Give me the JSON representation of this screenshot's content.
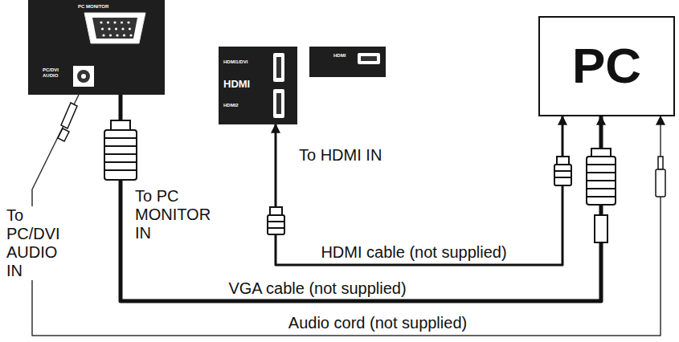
{
  "diagram": {
    "nodes": [
      {
        "text": [
          "PC MONITOR",
          "PC/DVI AUDIO"
        ]
      },
      {
        "text": [
          "HDMI1/DVI",
          "HDMI",
          "HDMI2"
        ]
      },
      {
        "text": [
          "HDMI"
        ]
      },
      {
        "text": [
          "PC"
        ]
      }
    ],
    "edges": [
      {
        "from": 1,
        "to": 3,
        "arrow": "both",
        "label": "HDMI cable (not supplied)"
      },
      {
        "from": 0,
        "to": 3,
        "arrow": "to",
        "label": "VGA cable (not supplied)"
      },
      {
        "from": 0,
        "to": 3,
        "arrow": "to",
        "label": "Audio cord (not supplied)"
      }
    ],
    "labels": [
      "To PC/DVI AUDIO IN",
      "To PC MONITOR IN",
      "To HDMI IN"
    ]
  }
}
